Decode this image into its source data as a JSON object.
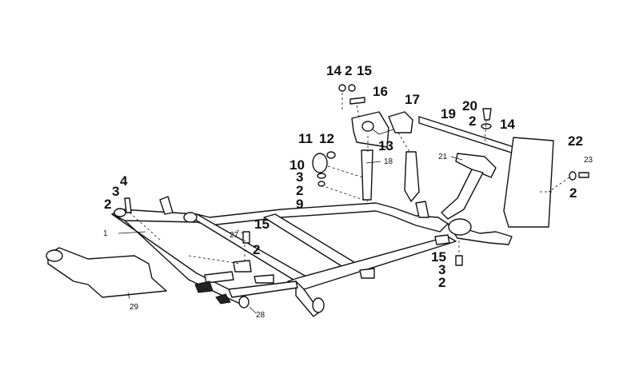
{
  "callouts": [
    {
      "id": "c14a",
      "text": "14"
    },
    {
      "id": "c2a",
      "text": "2"
    },
    {
      "id": "c15a",
      "text": "15"
    },
    {
      "id": "c16",
      "text": "16"
    },
    {
      "id": "c17",
      "text": "17"
    },
    {
      "id": "c13",
      "text": "13"
    },
    {
      "id": "c11",
      "text": "11"
    },
    {
      "id": "c12",
      "text": "12"
    },
    {
      "id": "c10",
      "text": "10"
    },
    {
      "id": "c3a",
      "text": "3"
    },
    {
      "id": "c2b",
      "text": "2"
    },
    {
      "id": "c9",
      "text": "9"
    },
    {
      "id": "c18",
      "text": "18"
    },
    {
      "id": "c19",
      "text": "19"
    },
    {
      "id": "c20",
      "text": "20"
    },
    {
      "id": "c2c",
      "text": "2"
    },
    {
      "id": "c14b",
      "text": "14"
    },
    {
      "id": "c22",
      "text": "22"
    },
    {
      "id": "c21",
      "text": "21"
    },
    {
      "id": "c23",
      "text": "23"
    },
    {
      "id": "c2d",
      "text": "2"
    },
    {
      "id": "c4",
      "text": "4"
    },
    {
      "id": "c3b",
      "text": "3"
    },
    {
      "id": "c2e",
      "text": "2"
    },
    {
      "id": "c1",
      "text": "1"
    },
    {
      "id": "c15b",
      "text": "15"
    },
    {
      "id": "c27",
      "text": "27"
    },
    {
      "id": "c2f",
      "text": "2"
    },
    {
      "id": "c15c",
      "text": "15"
    },
    {
      "id": "c3c",
      "text": "3"
    },
    {
      "id": "c2g",
      "text": "2"
    },
    {
      "id": "c29",
      "text": "29"
    },
    {
      "id": "c28",
      "text": "28"
    }
  ]
}
